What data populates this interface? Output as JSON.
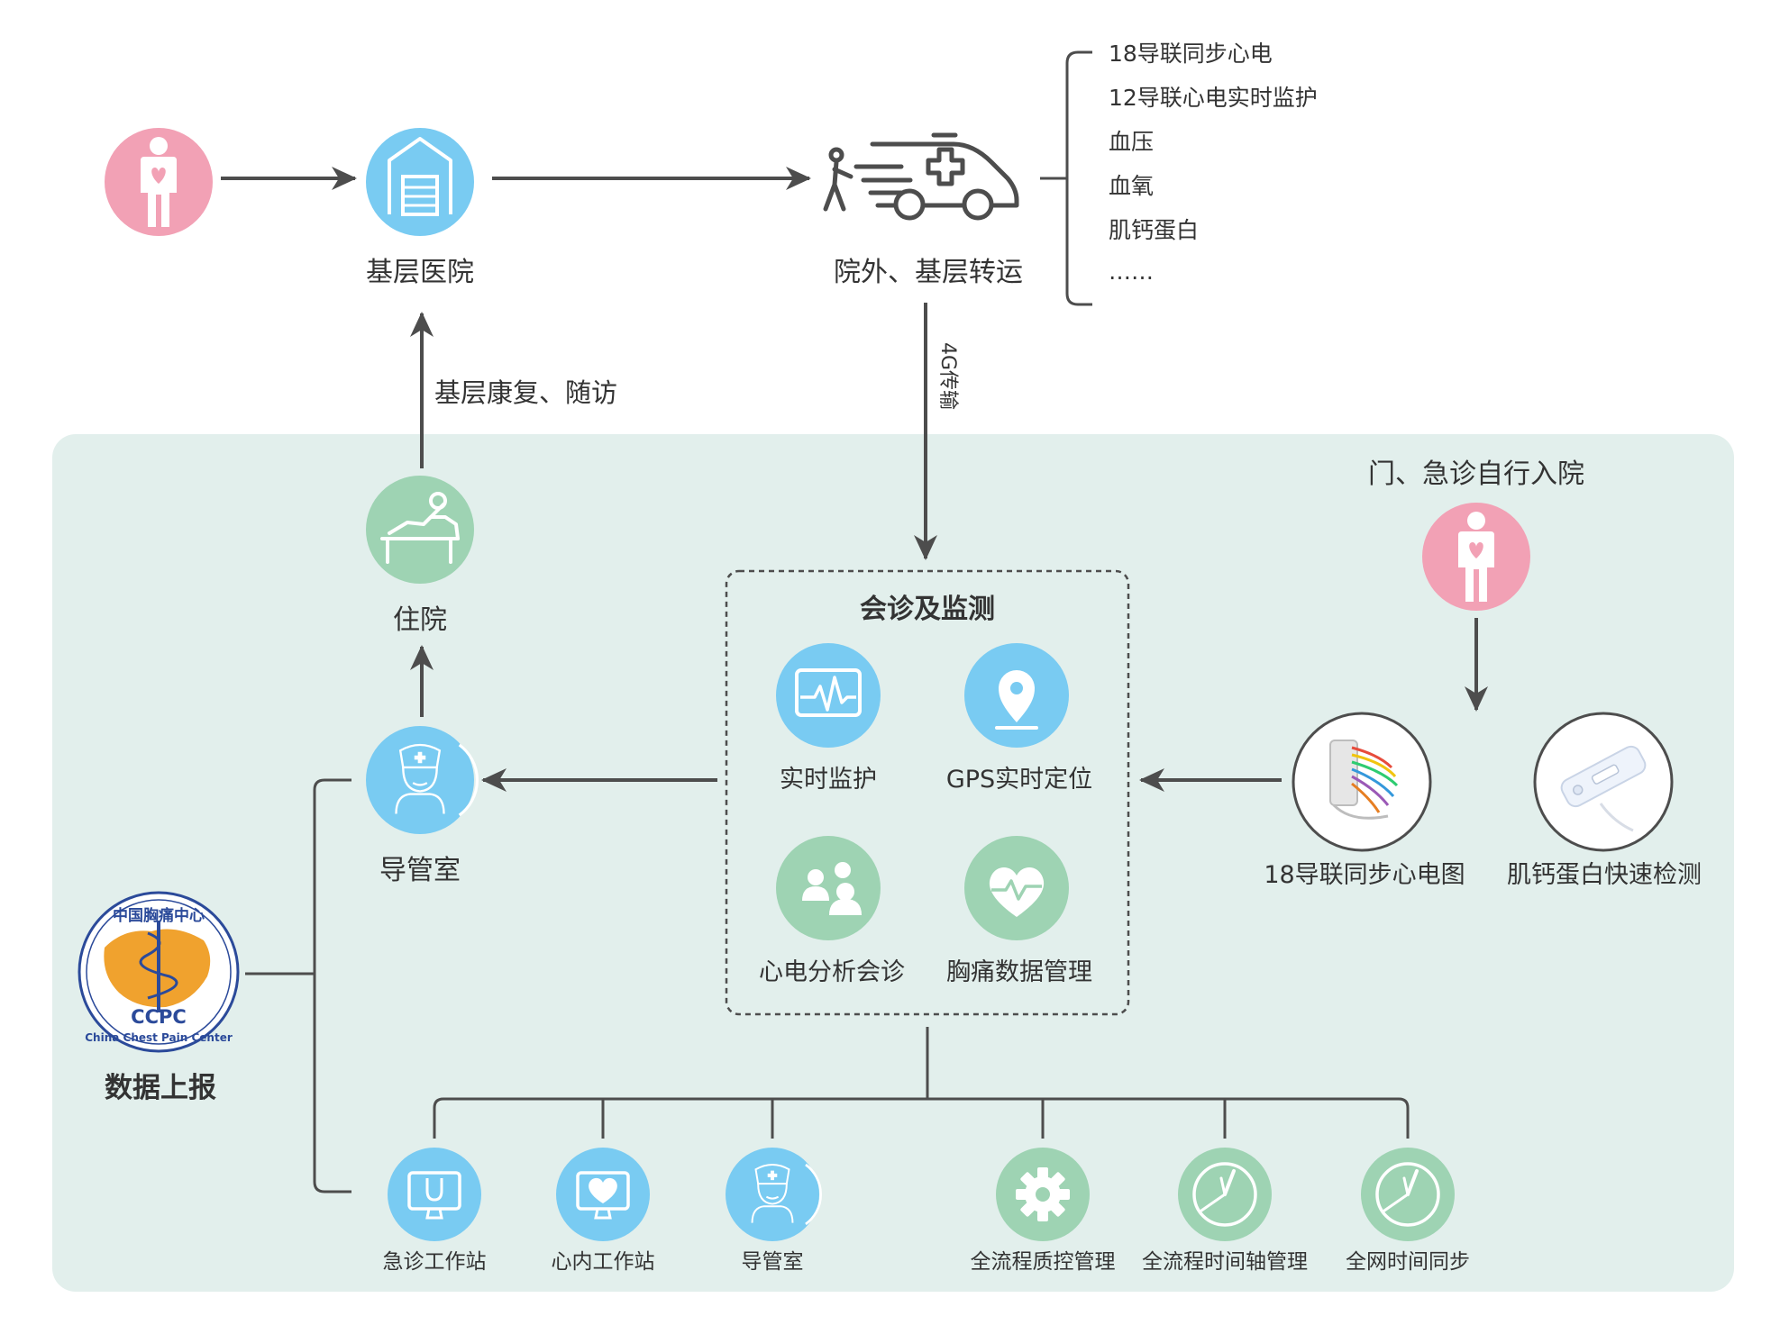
{
  "colors": {
    "panel": "#e2efec",
    "pink": "#f2a1b5",
    "blue": "#79cbf2",
    "green": "#9ed3b3",
    "arrow": "#4d4d4d",
    "logo_orange": "#f0a22e",
    "logo_blue": "#2b4a9a"
  },
  "top_flow": {
    "hospital_label": "基层医院",
    "transport_label": "院外、基层转运",
    "rehab_label": "基层康复、随访",
    "transmission_label": "4G传输",
    "vitals": [
      "18导联同步心电",
      "12导联心电实时监护",
      "血压",
      "血氧",
      "肌钙蛋白",
      "……"
    ]
  },
  "hospital_zone": {
    "inpatient_label": "住院",
    "cath_lab_label": "导管室",
    "self_admit_label": "门、急诊自行入院",
    "ecg_device_label": "18导联同步心电图",
    "troponin_test_label": "肌钙蛋白快速检测",
    "data_report_label": "数据上报",
    "logo": {
      "top_text": "中国胸痛中心",
      "abbr": "CCPC",
      "bottom_text": "China Chest Pain Center"
    }
  },
  "consult_box": {
    "title": "会诊及监测",
    "items": [
      {
        "label": "实时监护",
        "icon": "ecg-monitor-icon"
      },
      {
        "label": "GPS实时定位",
        "icon": "location-pin-icon"
      },
      {
        "label": "心电分析会诊",
        "icon": "consultation-group-icon"
      },
      {
        "label": "胸痛数据管理",
        "icon": "heart-pulse-icon"
      }
    ]
  },
  "workstations": [
    {
      "label": "急诊工作站",
      "icon": "monitor-stethoscope-icon"
    },
    {
      "label": "心内工作站",
      "icon": "monitor-heart-icon"
    },
    {
      "label": "导管室",
      "icon": "nurse-icon"
    },
    {
      "label": "全流程质控管理",
      "icon": "gear-icon"
    },
    {
      "label": "全流程时间轴管理",
      "icon": "clock-icon"
    },
    {
      "label": "全网时间同步",
      "icon": "clock-icon"
    }
  ]
}
